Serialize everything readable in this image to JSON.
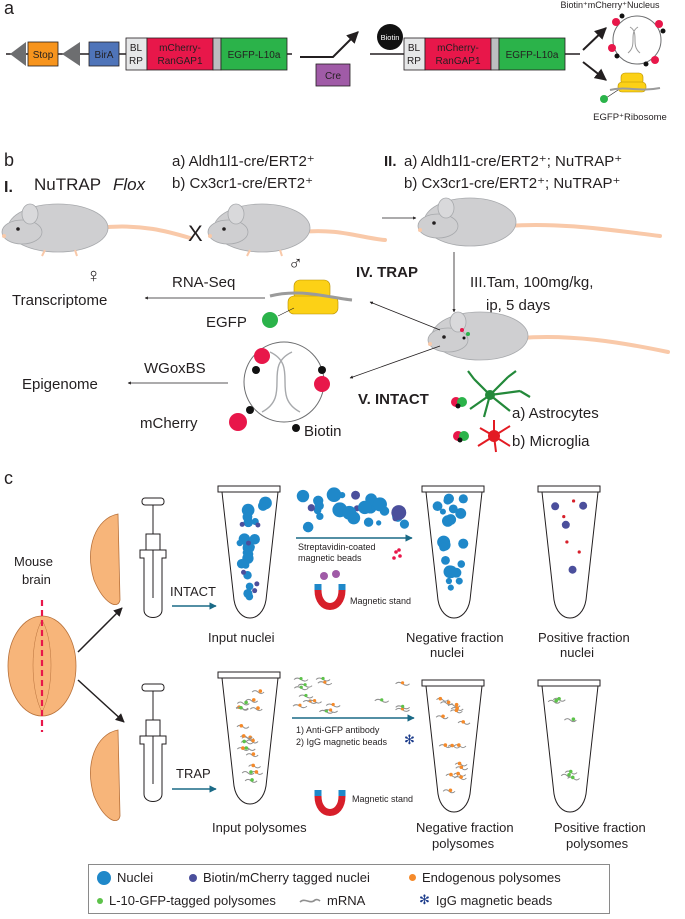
{
  "panel_a": {
    "label": "a",
    "construct": {
      "stop": "Stop",
      "bira": "BirA",
      "blrp_top": "BL",
      "blrp_bottom": "RP",
      "mcherry_top": "mCherry-",
      "mcherry_bottom": "RanGAP1",
      "egfp": "EGFP-L10a"
    },
    "cre": "Cre",
    "biotin": "Biotin",
    "nucleus_label": "Biotin⁺mCherry⁺Nucleus",
    "ribosome_label": "EGFP⁺Ribosome"
  },
  "panel_b": {
    "label": "b",
    "step1_num": "I.",
    "step1_text": "NuTRAP",
    "step1_italic": "Flox",
    "cross": "X",
    "cre_a": "a) Aldh1l1-cre/ERT2⁺",
    "cre_b": "b) Cx3cr1-cre/ERT2⁺",
    "step2_num": "II.",
    "step2_a": "a) Aldh1l1-cre/ERT2⁺; NuTRAP⁺",
    "step2_b": "b) Cx3cr1-cre/ERT2⁺; NuTRAP⁺",
    "female": "♀",
    "male": "♂",
    "step3_line1": "III.Tam, 100mg/kg,",
    "step3_line2": "ip, 5 days",
    "step4": "IV. TRAP",
    "rnaseq": "RNA-Seq",
    "transcriptome": "Transcriptome",
    "egfp": "EGFP",
    "wgoxbs": "WGoxBS",
    "epigenome": "Epigenome",
    "mcherry": "mCherry",
    "biotin": "Biotin",
    "step5": "V. INTACT",
    "astro": "a) Astrocytes",
    "micro": "b) Microglia"
  },
  "panel_c": {
    "label": "c",
    "mouse_line1": "Mouse",
    "mouse_line2": "brain",
    "intact": "INTACT",
    "trap": "TRAP",
    "strep_line1": "Streptavidin-coated",
    "strep_line2": "magnetic beads",
    "magnetic_stand": "Magnetic stand",
    "antibody_line1": "1) Anti-GFP antibody",
    "antibody_line2": "2) IgG magnetic beads",
    "input_nuclei": "Input nuclei",
    "neg_nuclei_1": "Negative fraction",
    "neg_nuclei_2": "nuclei",
    "pos_nuclei_1": "Positive fraction",
    "pos_nuclei_2": "nuclei",
    "input_poly": "Input polysomes",
    "neg_poly_1": "Negative fraction",
    "neg_poly_2": "polysomes",
    "pos_poly_1": "Positive fraction",
    "pos_poly_2": "polysomes"
  },
  "legend": {
    "nuclei": "Nuclei",
    "tagged": "Biotin/mCherry tagged nuclei",
    "endogenous": "Endogenous polysomes",
    "l10": "L-10-GFP-tagged polysomes",
    "mrna": "mRNA",
    "igg": "IgG magnetic beads"
  },
  "colors": {
    "stop": "#f7941d",
    "bira": "#4f74b9",
    "mcherry": "#e8174a",
    "egfp": "#2bb34a",
    "cre": "#a05ba7",
    "nucleus_blue": "#1f88c9",
    "tagged_purple": "#4b4f9c",
    "polysome_orange": "#f58a2a",
    "polysome_green": "#5dc24a",
    "brain": "#f7b57a",
    "mouse": "#cfcfd1",
    "tail": "#f9c9a9",
    "arrow_teal": "#1a6a86",
    "magnet_red": "#d71f2a"
  }
}
